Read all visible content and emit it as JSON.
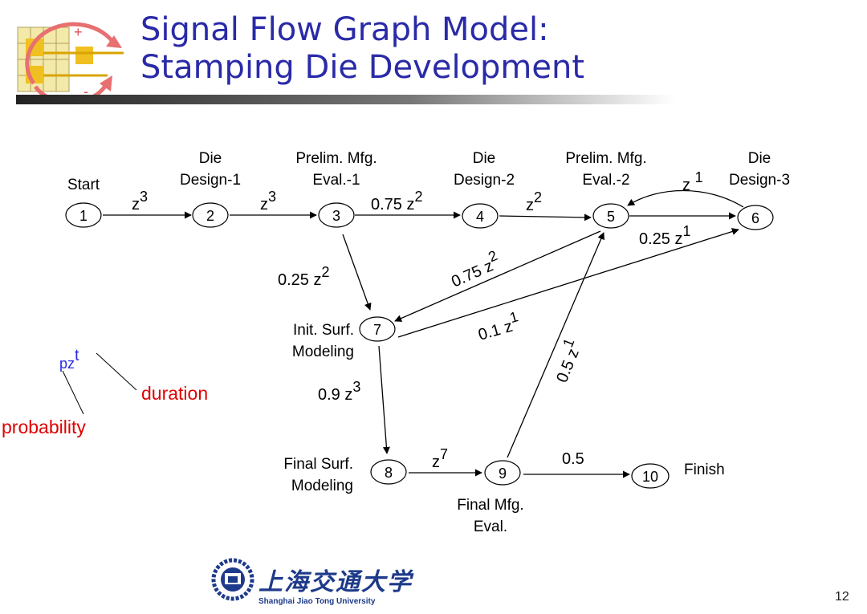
{
  "title": {
    "line1": "Signal Flow Graph Model:",
    "line2": "Stamping Die Development"
  },
  "nodes": [
    {
      "id": "1",
      "label": [
        "Start"
      ]
    },
    {
      "id": "2",
      "label": [
        "Die",
        "Design-1"
      ]
    },
    {
      "id": "3",
      "label": [
        "Prelim. Mfg.",
        "Eval.-1"
      ]
    },
    {
      "id": "4",
      "label": [
        "Die",
        "Design-2"
      ]
    },
    {
      "id": "5",
      "label": [
        "Prelim. Mfg.",
        "Eval.-2"
      ]
    },
    {
      "id": "6",
      "label": [
        "Die",
        "Design-3"
      ]
    },
    {
      "id": "7",
      "label": [
        "Init. Surf.",
        "Modeling"
      ]
    },
    {
      "id": "8",
      "label": [
        "Final Surf.",
        "Modeling"
      ]
    },
    {
      "id": "9",
      "label": [
        "Final Mfg.",
        "Eval."
      ]
    },
    {
      "id": "10",
      "label": [
        "Finish"
      ]
    }
  ],
  "edges": [
    {
      "from": "1",
      "to": "2",
      "coef": "",
      "power": "3"
    },
    {
      "from": "2",
      "to": "3",
      "coef": "",
      "power": "3"
    },
    {
      "from": "3",
      "to": "4",
      "coef": "0.75",
      "power": "2"
    },
    {
      "from": "4",
      "to": "5",
      "coef": "",
      "power": "2"
    },
    {
      "from": "5",
      "to": "6",
      "coef": "0.25",
      "power": "1"
    },
    {
      "from": "6",
      "to": "5",
      "coef": "",
      "power": "1"
    },
    {
      "from": "3",
      "to": "7",
      "coef": "0.25",
      "power": "2"
    },
    {
      "from": "5",
      "to": "7",
      "coef": "0.75",
      "power": "2"
    },
    {
      "from": "7",
      "to": "6",
      "coef": "0.1",
      "power": "1"
    },
    {
      "from": "7",
      "to": "8",
      "coef": "0.9",
      "power": "3"
    },
    {
      "from": "8",
      "to": "9",
      "coef": "",
      "power": "7"
    },
    {
      "from": "9",
      "to": "5",
      "coef": "0.5",
      "power": "1"
    },
    {
      "from": "9",
      "to": "10",
      "coef": "0.5",
      "power": ""
    }
  ],
  "legend": {
    "base": "pz",
    "exponent": "t",
    "probability_label": "probability",
    "duration_label": "duration"
  },
  "footer": {
    "university_cn": "上海交通大学",
    "university_en": "Shanghai Jiao Tong University",
    "page_number": "12"
  },
  "colors": {
    "title": "#2a2aa8",
    "legend_base": "#2a2ae0",
    "legend_label": "#e00000",
    "rule": "#3a3a3a"
  }
}
